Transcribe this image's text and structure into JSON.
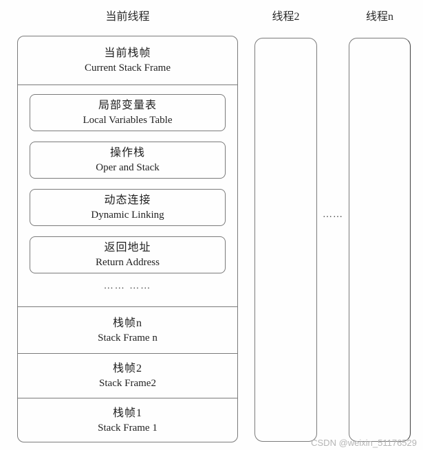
{
  "titles": {
    "current_thread": "当前线程",
    "thread2": "线程2",
    "thread_n": "线程n"
  },
  "main_stack": {
    "current_frame": {
      "zh": "当前栈帧",
      "en": "Current Stack Frame"
    },
    "sub_boxes": [
      {
        "zh": "局部变量表",
        "en": "Local Variables Table"
      },
      {
        "zh": "操作栈",
        "en": "Oper and Stack"
      },
      {
        "zh": "动态连接",
        "en": "Dynamic Linking"
      },
      {
        "zh": "返回地址",
        "en": "Return Address"
      }
    ],
    "inner_ellipsis": "…… ……",
    "frames": [
      {
        "zh": "栈帧n",
        "en": "Stack Frame n"
      },
      {
        "zh": "栈帧2",
        "en": "Stack Frame2"
      },
      {
        "zh": "栈帧1",
        "en": "Stack Frame 1"
      }
    ]
  },
  "between_threads_ellipsis": "……",
  "watermark": "CSDN @weixin_51176529",
  "colors": {
    "border": "#7a7a7a",
    "text": "#1f1f1f",
    "watermark": "#b5b5b5"
  }
}
